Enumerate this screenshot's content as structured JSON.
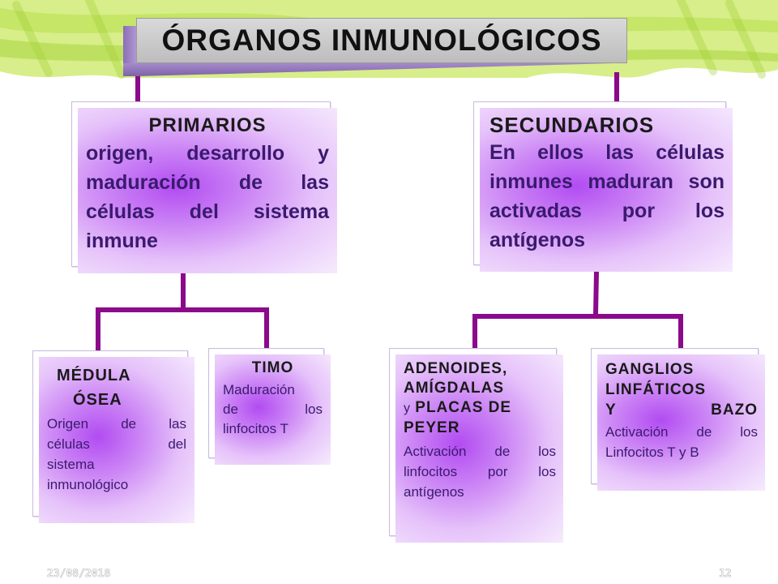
{
  "title": "ÓRGANOS INMUNOLÓGICOS",
  "primarios": {
    "heading": "PRIMARIOS",
    "lines": [
      "origen, desarrollo y",
      "maduración de las",
      "células del sistema",
      "inmune"
    ]
  },
  "secundarios": {
    "heading": "SECUNDARIOS",
    "lines": [
      "En ellos las células",
      "inmunes maduran son",
      "activadas por los",
      "antígenos"
    ]
  },
  "medula": {
    "heading_line1": "MÉDULA",
    "heading_line2": "ÓSEA",
    "lines": [
      "Origen de las",
      "células del",
      "sistema",
      "inmunológico"
    ]
  },
  "timo": {
    "heading": "TIMO",
    "lines": [
      "Maduración",
      "de los",
      "linfocitos T"
    ]
  },
  "adenoides": {
    "heading_line1": "ADENOIDES,",
    "heading_line2": "AMÍGDALAS",
    "heading_line3_prefix": "y",
    "heading_line3_rest": "PLACAS DE",
    "heading_line4": "PEYER",
    "lines": [
      "Activación de los",
      "linfocitos por los",
      "antígenos"
    ]
  },
  "ganglios": {
    "heading_line1": "GANGLIOS",
    "heading_line2": "LINFÁTICOS",
    "heading_line3": "Y BAZO",
    "lines": [
      "Activación de los",
      "Linfocitos T y B"
    ]
  },
  "footer": {
    "date": "23/08/2018",
    "page": "12"
  },
  "colors": {
    "connector": "#8b0a8b",
    "box_center": "#b24cf2",
    "box_edge": "#f6ebfd",
    "band_green": "#c9e86a",
    "text_purple": "#3a1a6e"
  }
}
